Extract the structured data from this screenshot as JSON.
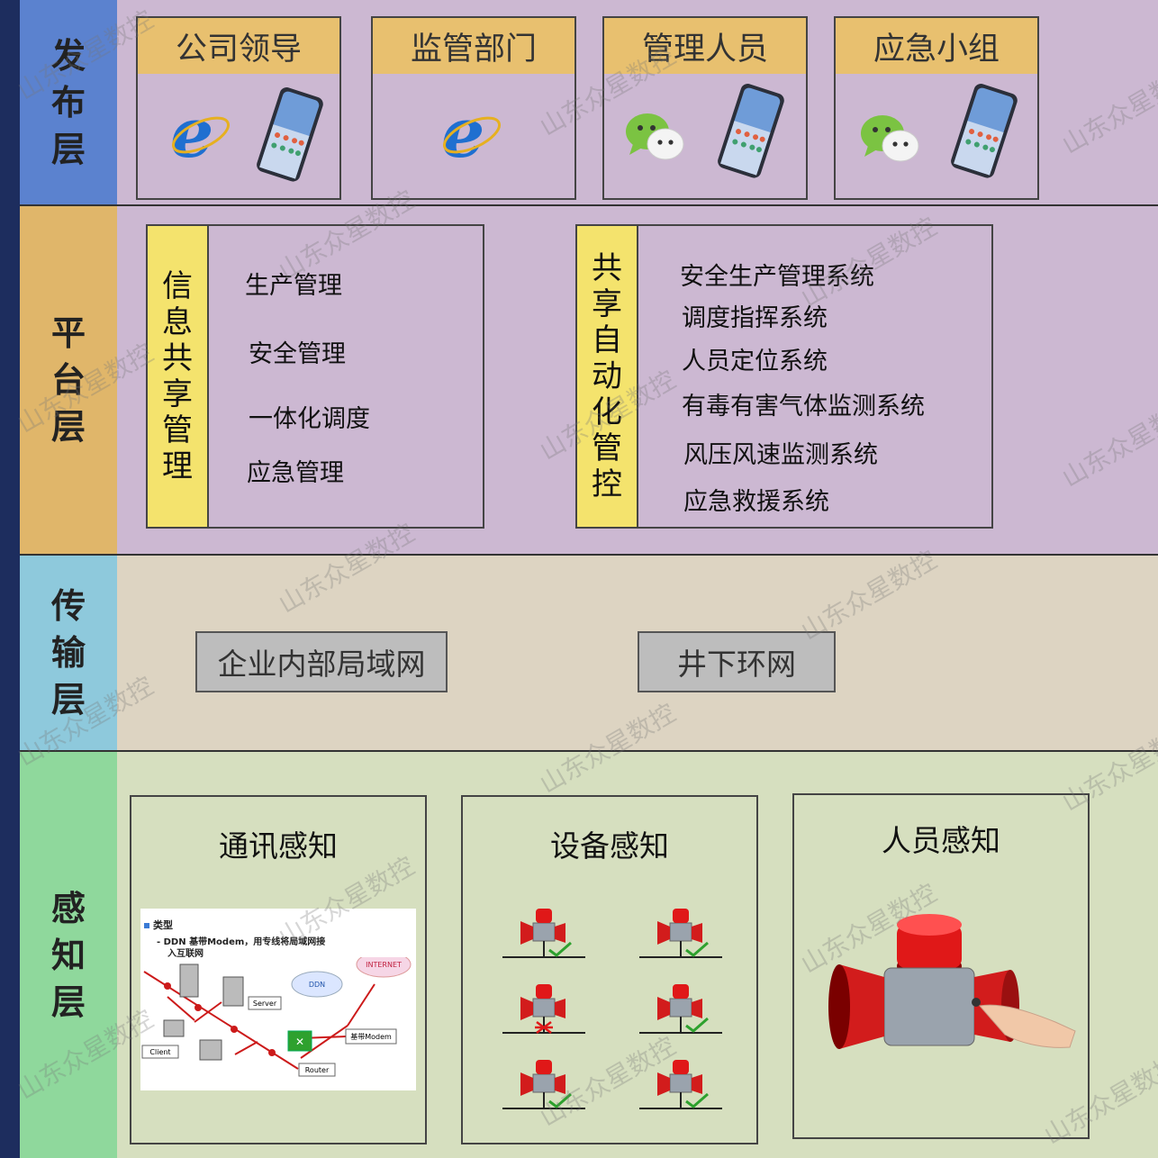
{
  "layers": {
    "publish": {
      "label": [
        "发",
        "布",
        "层"
      ],
      "panels": [
        {
          "title": "公司领导",
          "icons": [
            "ie-browser-icon",
            "smartphone-icon"
          ]
        },
        {
          "title": "监管部门",
          "icons": [
            "ie-browser-icon"
          ]
        },
        {
          "title": "管理人员",
          "icons": [
            "wechat-icon",
            "smartphone-icon"
          ]
        },
        {
          "title": "应急小组",
          "icons": [
            "wechat-icon",
            "smartphone-icon"
          ]
        }
      ]
    },
    "platform": {
      "label": [
        "平",
        "台",
        "层"
      ],
      "info_box": {
        "title": [
          "信",
          "息",
          "共",
          "享",
          "管",
          "理"
        ],
        "items": [
          "生产管理",
          "安全管理",
          "一体化调度",
          "应急管理"
        ]
      },
      "auto_box": {
        "title": [
          "共",
          "享",
          "自",
          "动",
          "化",
          "管",
          "控"
        ],
        "items": [
          "安全生产管理系统",
          "调度指挥系统",
          "人员定位系统",
          "有毒有害气体监测系统",
          "风压风速监测系统",
          "应急救援系统"
        ]
      }
    },
    "transport": {
      "label": [
        "传",
        "输",
        "层"
      ],
      "networks": [
        "企业内部局域网",
        "井下环网"
      ]
    },
    "perception": {
      "label": [
        "感",
        "知",
        "层"
      ],
      "boxes": [
        {
          "title": "通讯感知",
          "figure": {
            "heading": "类型",
            "desc_line1": "- DDN 基带Modem，用专线将局域网接",
            "desc_line2": "入互联网",
            "nodes": [
              "Server",
              "Client",
              "Router",
              "DDN",
              "INTERNET",
              "基带Modem"
            ]
          }
        },
        {
          "title": "设备感知",
          "alarm_status": [
            "ok",
            "ok",
            "fault",
            "ok",
            "ok",
            "ok"
          ]
        },
        {
          "title": "人员感知"
        }
      ]
    }
  },
  "watermark": "山东众星数控",
  "colors": {
    "publish_label_bg": "#5b82cf",
    "platform_label_bg": "#e0b66a",
    "transport_label_bg": "#8ec9dc",
    "perception_label_bg": "#8fd89c",
    "purple_bg": "#ccb8d2",
    "beige_bg": "#ddd4c2",
    "green_bg": "#d6dfbf"
  }
}
